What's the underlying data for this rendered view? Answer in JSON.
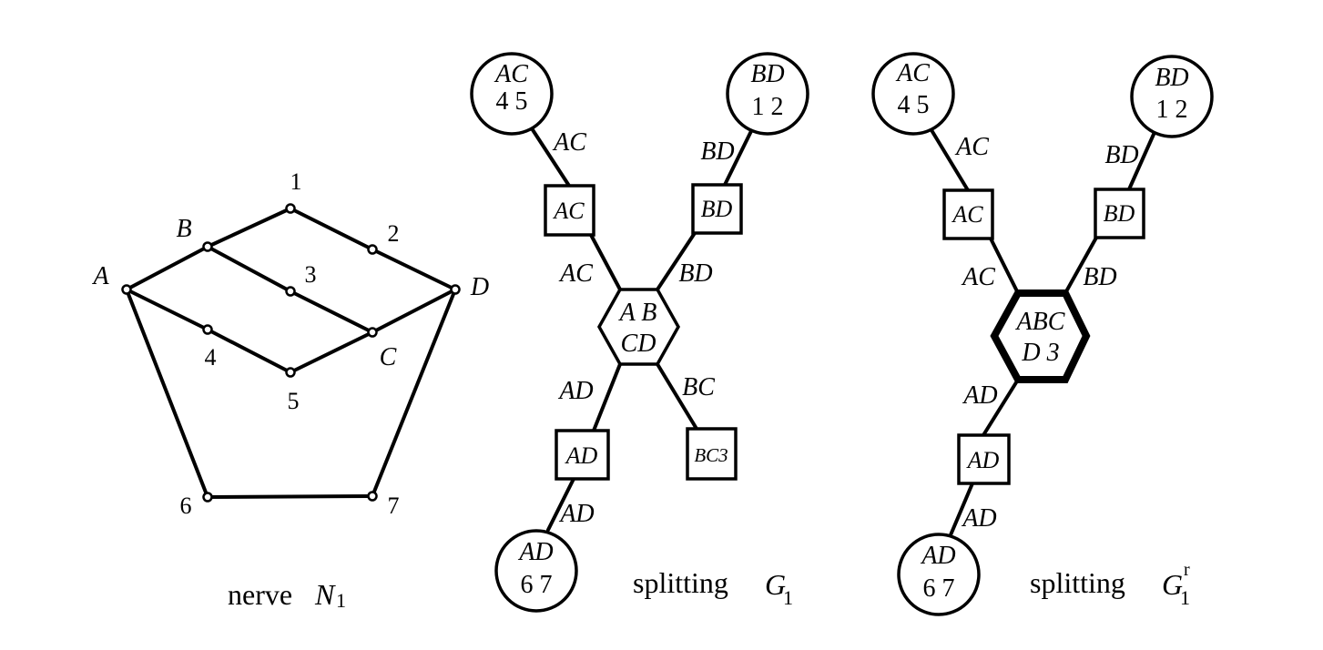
{
  "nerve": {
    "vertex_labels": {
      "A": "A",
      "B": "B",
      "C": "C",
      "D": "D",
      "v1": "1",
      "v2": "2",
      "v3": "3",
      "v4": "4",
      "v5": "5",
      "v6": "6",
      "v7": "7"
    },
    "caption_word": "nerve",
    "caption_symbol": "N",
    "caption_sub": "1"
  },
  "splitting1": {
    "circle_ac_top": "AC",
    "circle_ac_bottom": "4 5",
    "circle_bd_top": "BD",
    "circle_bd_bottom": "1 2",
    "circle_ad_top": "AD",
    "circle_ad_bottom": "6 7",
    "hex_top": "A B",
    "hex_bottom": "CD",
    "box_ac": "AC",
    "box_bd": "BD",
    "box_ad": "AD",
    "box_bc": "BC3",
    "edge_labels": {
      "ac_upper": "AC",
      "bd_upper": "BD",
      "ac_lower": "AC",
      "bd_lower": "BD",
      "ad_upper": "AD",
      "bc": "BC",
      "ad_lower": "AD"
    },
    "caption_word": "splitting",
    "caption_symbol": "G",
    "caption_sub": "1"
  },
  "splitting2": {
    "circle_ac_top": "AC",
    "circle_ac_bottom": "4 5",
    "circle_bd_top": "BD",
    "circle_bd_bottom": "1 2",
    "circle_ad_top": "AD",
    "circle_ad_bottom": "6 7",
    "hex_top": "ABC",
    "hex_bottom": "D 3",
    "box_ac": "AC",
    "box_bd": "BD",
    "box_ad": "AD",
    "edge_labels": {
      "ac_upper": "AC",
      "bd_upper": "BD",
      "ac_lower": "AC",
      "bd_lower": "BD",
      "ad_upper": "AD",
      "ad_lower": "AD"
    },
    "caption_word": "splitting",
    "caption_symbol": "G",
    "caption_sub": "1",
    "caption_sup": "r"
  }
}
